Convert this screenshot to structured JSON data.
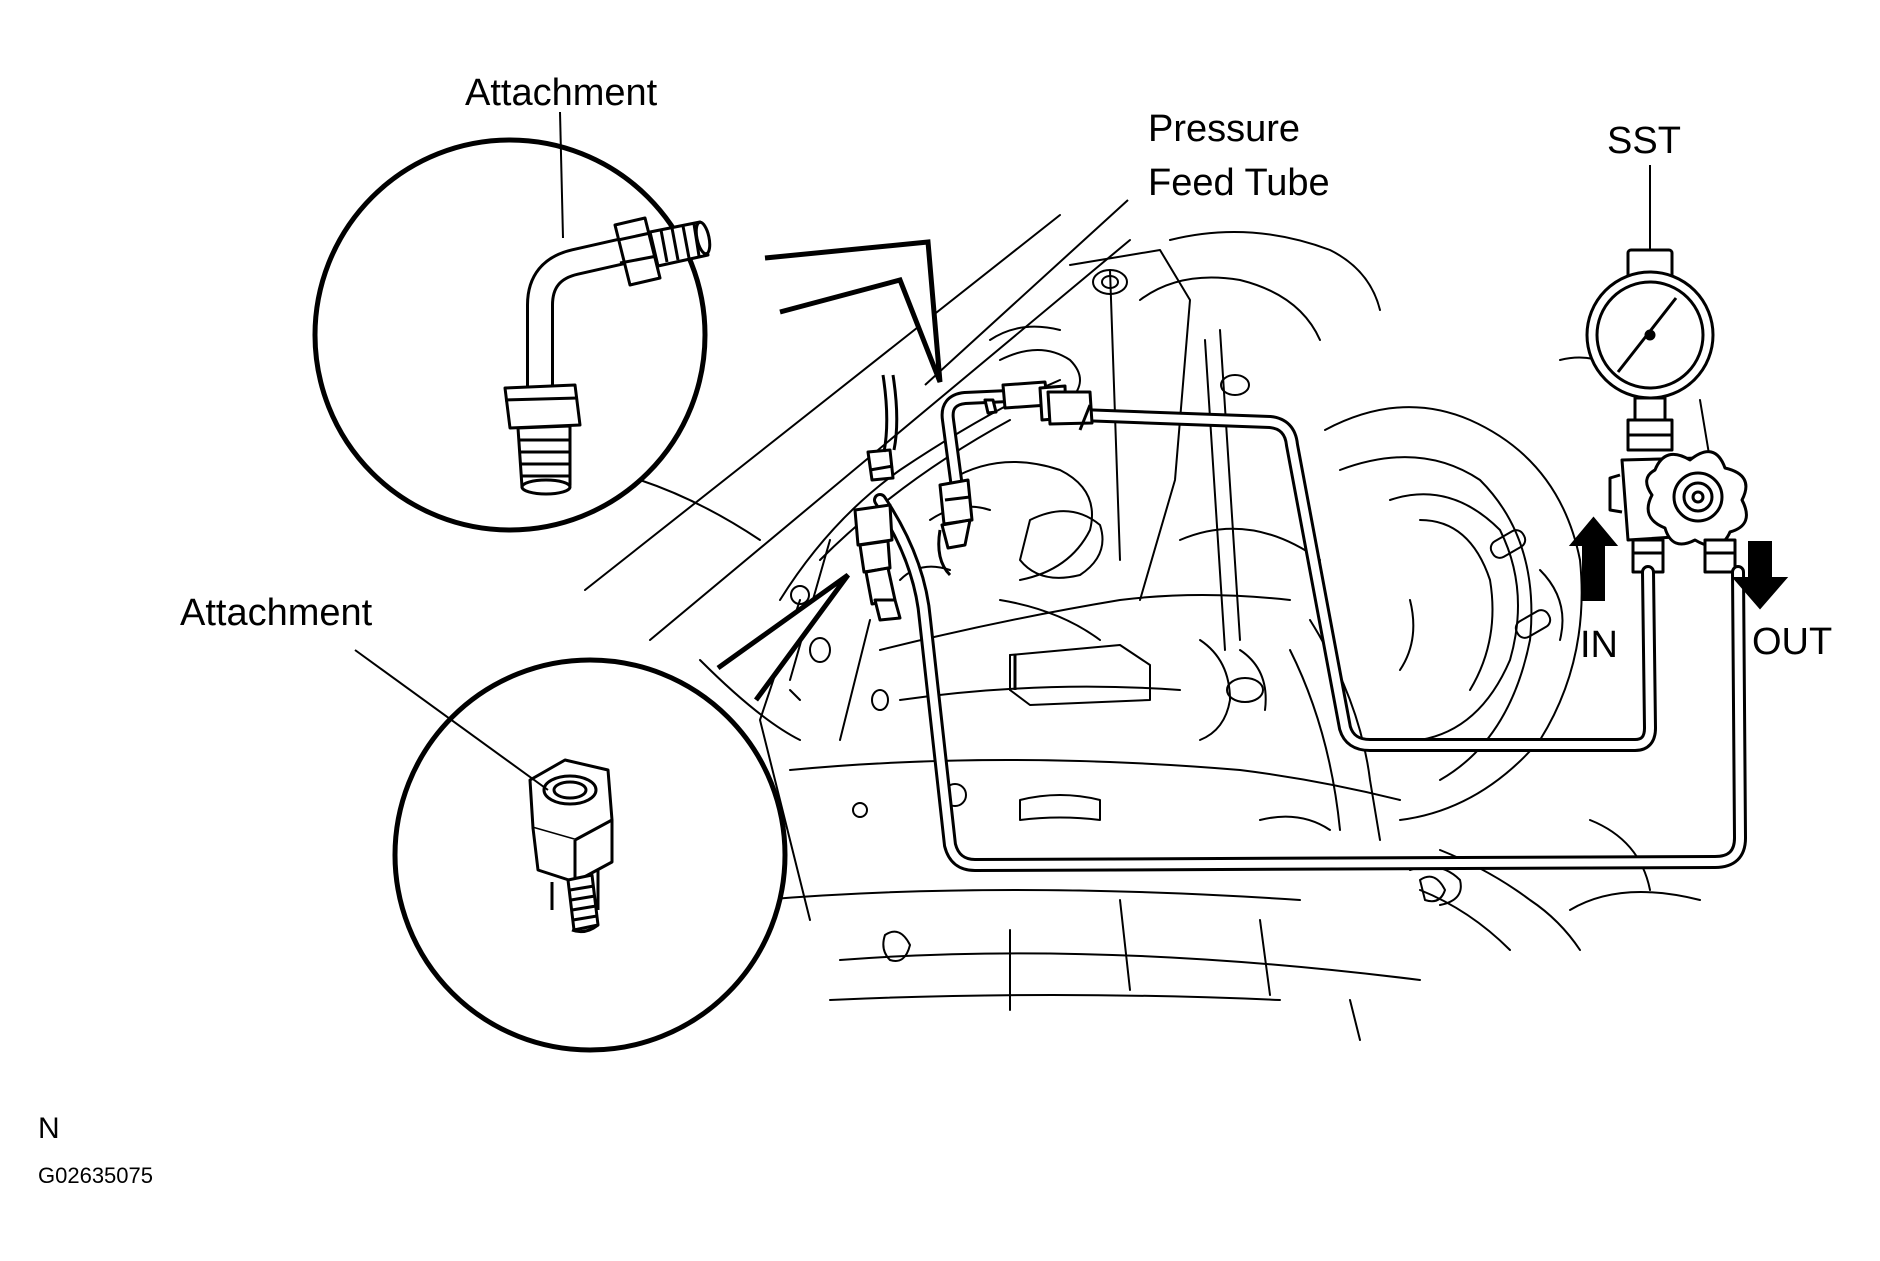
{
  "labels": {
    "attachment_top": "Attachment",
    "attachment_bottom": "Attachment",
    "pressure_line1": "Pressure",
    "pressure_line2": "Feed Tube",
    "sst": "SST",
    "in": "IN",
    "out": "OUT",
    "corner_letter": "N",
    "figure_code": "G02635075"
  },
  "colors": {
    "ink": "#000000",
    "paper": "#ffffff"
  }
}
